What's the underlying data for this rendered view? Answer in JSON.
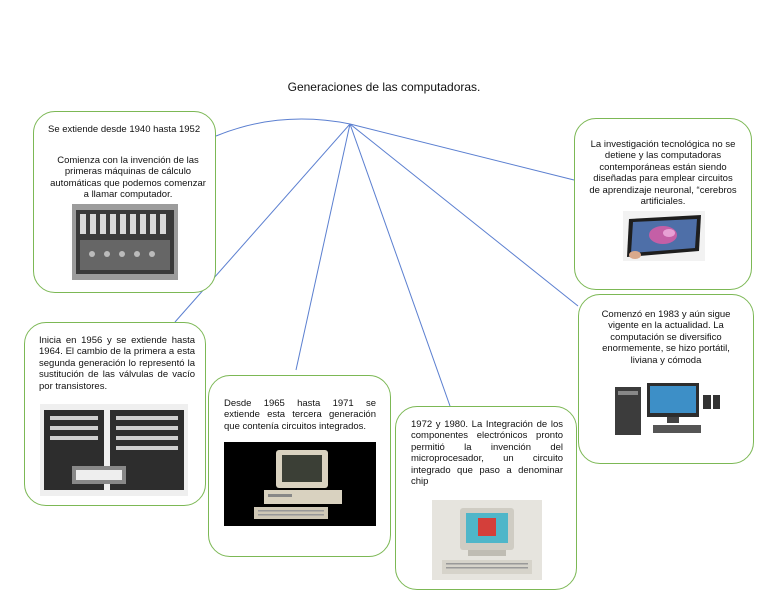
{
  "title": "Generaciones de las computadoras.",
  "nodes": {
    "first": {
      "period": "Se extiende desde 1940 hasta 1952",
      "description": "Comienza con la invención de las primeras máquinas de cálculo automáticas que podemos comenzar a llamar computador."
    },
    "second": {
      "description": "Inicia en 1956 y se extiende hasta 1964. El cambio de la primera a esta segunda generación lo representó la sustitución de las válvulas de vacío por transistores."
    },
    "third": {
      "description": "Desde 1965 hasta 1971 se extiende esta tercera generación que contenía circuitos integrados."
    },
    "fourth": {
      "description": "1972 y 1980. La Integración de los componentes electrónicos pronto permitió la invención del microprocesador, un circuito integrado que paso a denominar chip"
    },
    "fifth": {
      "description": "Comenzó en 1983 y aún sigue vigente en la actualidad. La computación se diversifico enormemente, se hizo portátil, liviana y cómoda"
    },
    "sixth": {
      "description": "La investigación tecnológica no se detiene y las computadoras contemporáneas están siendo diseñadas para emplear circuitos de aprendizaje neuronal, “cerebros artificiales."
    }
  },
  "colors": {
    "border": "#7cb855",
    "connector": "#5b7fd0"
  },
  "icons": [
    "vacuum-tube-computer-photo",
    "transistor-computer-photo",
    "ic-computer-photo",
    "microprocessor-pc-photo",
    "modern-desktop-photo",
    "tablet-touchscreen-photo"
  ]
}
